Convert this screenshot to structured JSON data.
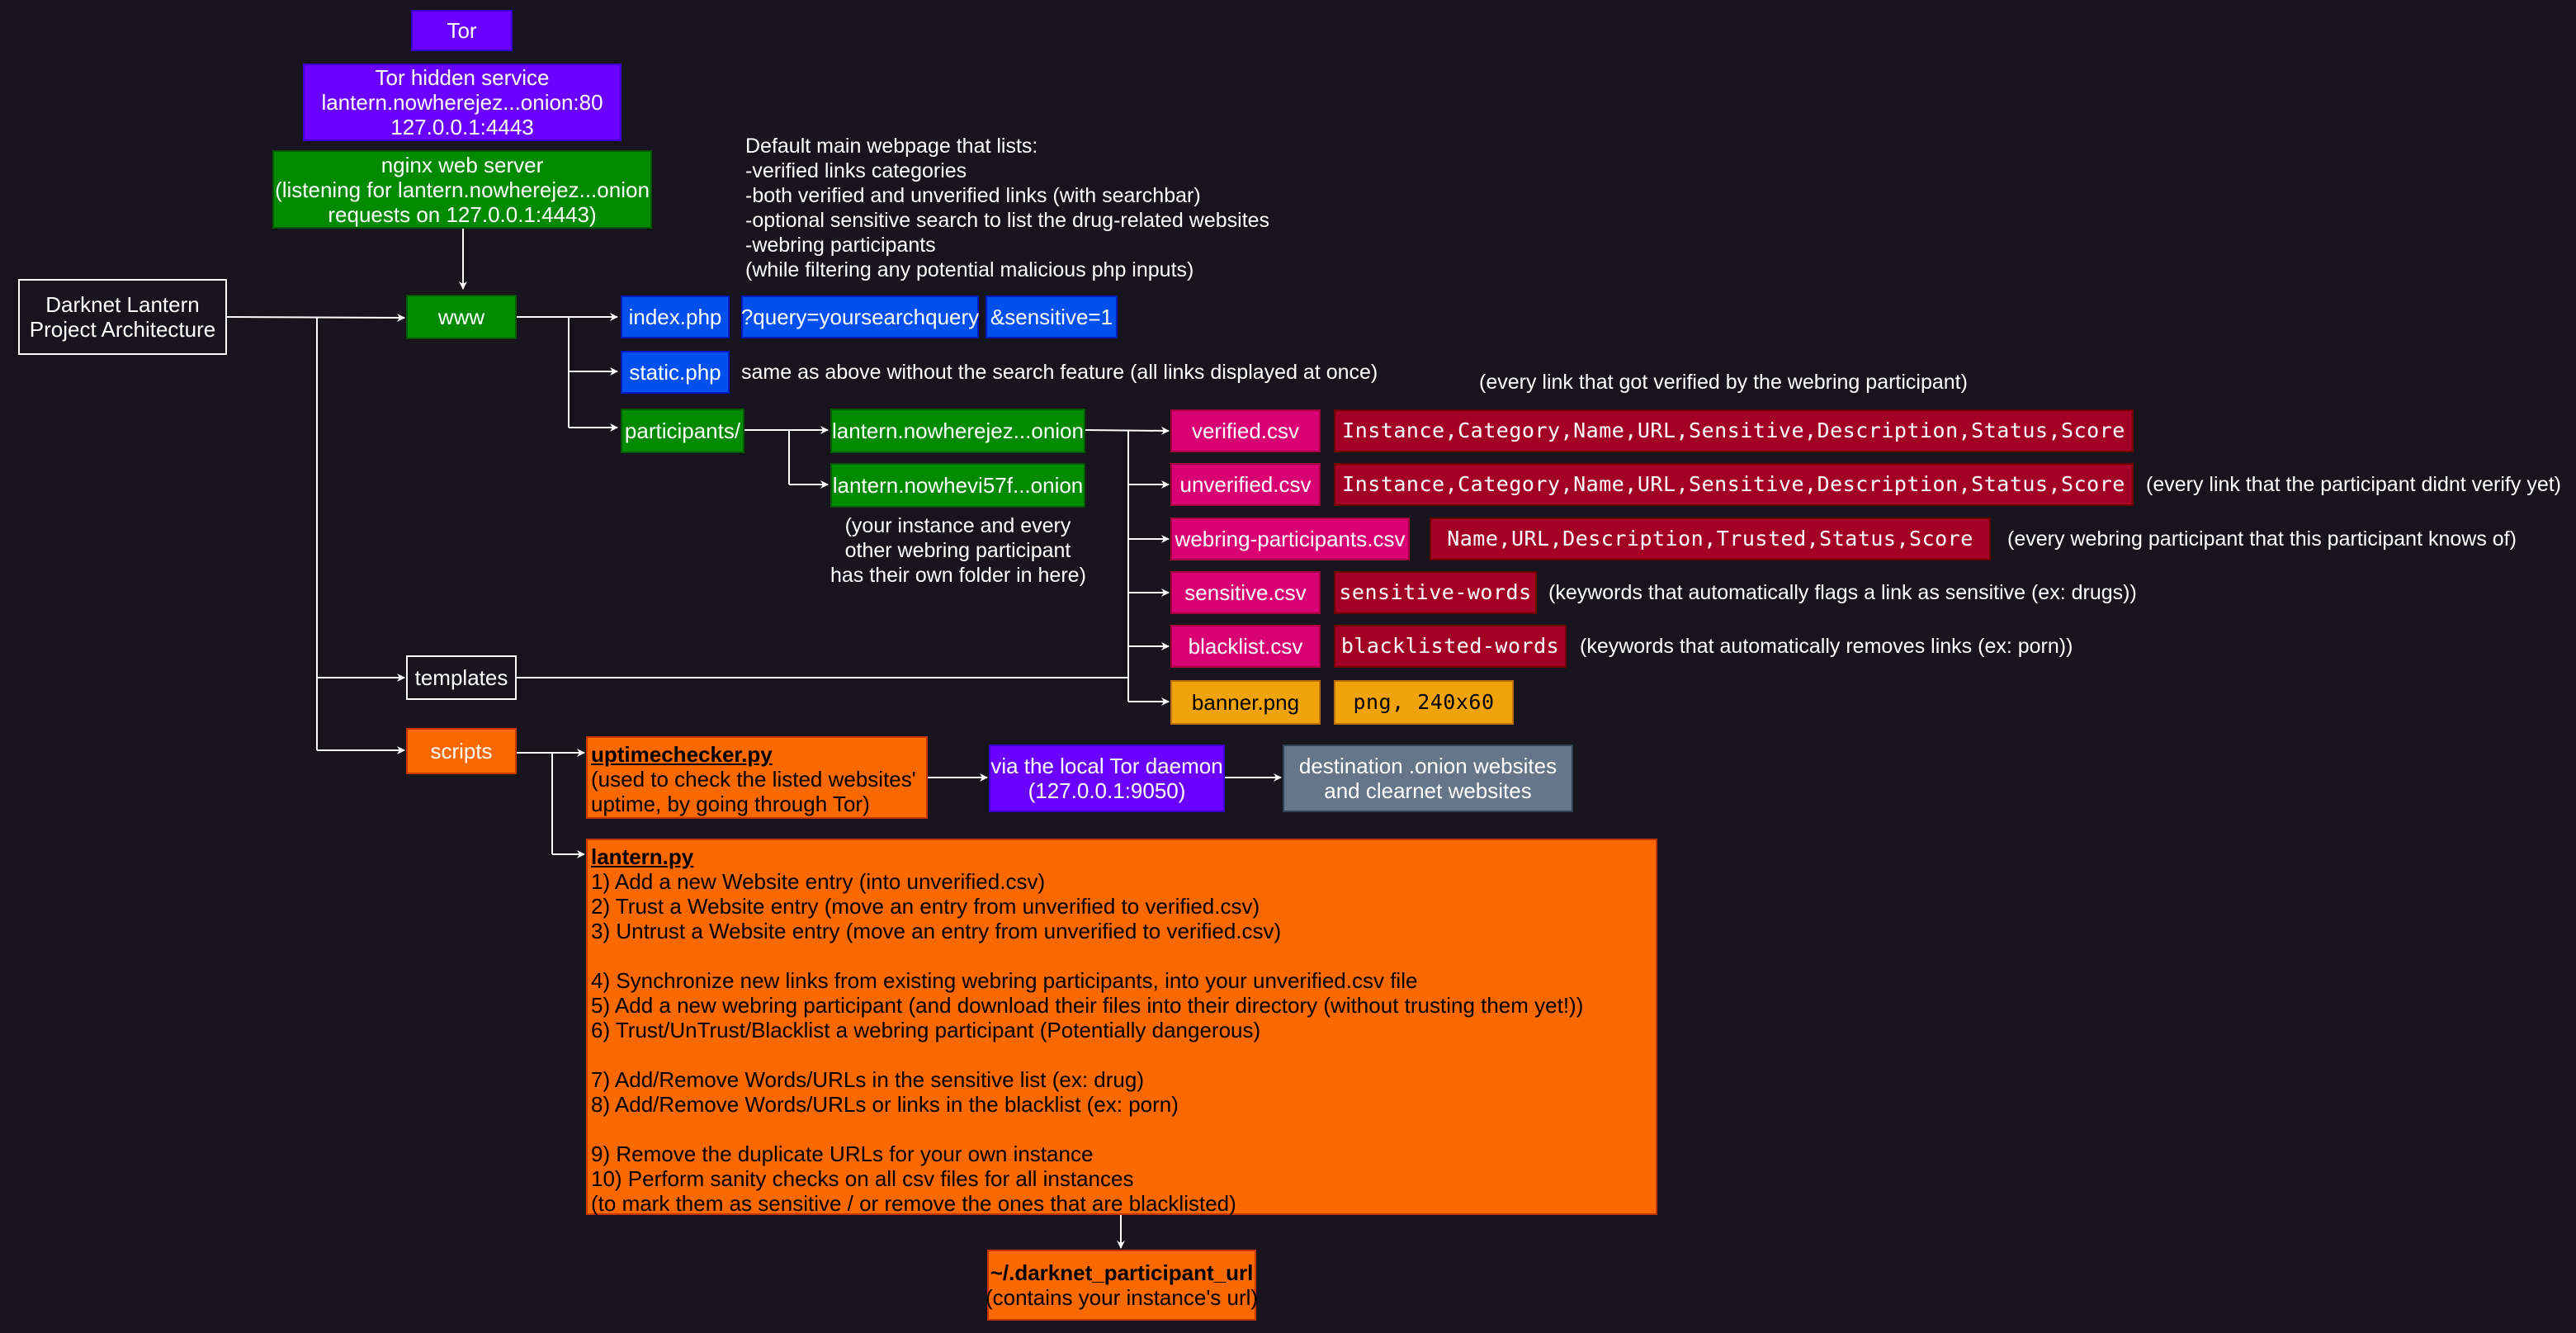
{
  "diagram": {
    "title_lines": [
      "Darknet Lantern",
      "Project Architecture"
    ],
    "tor": "Tor",
    "hidden_service_lines": [
      "Tor hidden service",
      "lantern.nowherejez...onion:80",
      "127.0.0.1:4443"
    ],
    "nginx_lines": [
      "nginx web server",
      "(listening for lantern.nowherejez...onion",
      "requests on 127.0.0.1:4443)"
    ],
    "www": "www",
    "index_php": "index.php",
    "query_param": "?query=yoursearchquery",
    "sensitive_param": "&sensitive=1",
    "static_php": "static.php",
    "static_note": "same as above without the search feature (all links displayed at once)",
    "main_page_note_lines": [
      "Default main webpage that lists:",
      "-verified links categories",
      "-both verified and unverified links (with searchbar)",
      "-optional sensitive search  to list the drug-related websites",
      "-webring participants",
      "(while filtering any potential malicious php inputs)"
    ],
    "participants": "participants/",
    "participant_1": "lantern.nowherejez...onion",
    "participant_2": "lantern.nowhevi57f...onion",
    "participants_note_lines": [
      "(your instance and every",
      "other webring participant",
      "has their own folder in here)"
    ],
    "verified_top_note": "(every link that got verified by the webring participant)",
    "files": [
      {
        "name": "verified.csv",
        "content": "Instance,Category,Name,URL,Sensitive,Description,Status,Score",
        "note": ""
      },
      {
        "name": "unverified.csv",
        "content": "Instance,Category,Name,URL,Sensitive,Description,Status,Score",
        "note": "(every link that the participant didnt verify yet)"
      },
      {
        "name": "webring-participants.csv",
        "content": "Name,URL,Description,Trusted,Status,Score",
        "note": "(every webring participant that this participant knows of)"
      },
      {
        "name": "sensitive.csv",
        "content": "sensitive-words",
        "note": "(keywords that automatically flags a link as sensitive (ex: drugs))"
      },
      {
        "name": "blacklist.csv",
        "content": "blacklisted-words",
        "note": "(keywords that automatically removes links (ex: porn))"
      },
      {
        "name": "banner.png",
        "content": "png, 240x60",
        "note": ""
      }
    ],
    "templates": "templates",
    "scripts": "scripts",
    "uptime_title": "uptimechecker.py",
    "uptime_lines": [
      "(used to check the listed websites'",
      "uptime, by going through Tor)"
    ],
    "tor_daemon_lines": [
      "via the local Tor daemon",
      "(127.0.0.1:9050)"
    ],
    "destination_lines": [
      "destination .onion websites",
      "and clearnet websites"
    ],
    "lantern_title": "lantern.py",
    "lantern_lines": [
      " 1) Add a new Website entry (into unverified.csv)",
      " 2) Trust a Website entry (move an entry from unverified to verified.csv)",
      " 3) Untrust a Website entry (move an entry from unverified to verified.csv)",
      "",
      " 4) Synchronize new links from existing webring participants, into your unverified.csv file",
      " 5) Add a new webring participant (and download their files into their directory (without trusting them yet!))",
      " 6) Trust/UnTrust/Blacklist a webring participant (Potentially dangerous)",
      "",
      " 7) Add/Remove Words/URLs in the sensitive list (ex: drug)",
      " 8) Add/Remove Words/URLs or links in the blacklist (ex: porn)",
      "",
      " 9) Remove the duplicate URLs for your own instance",
      " 10) Perform sanity checks on all csv files for all instances",
      "(to mark them as sensitive / or remove the ones that are blacklisted)"
    ],
    "participant_url_title": "~/.darknet_participant_url",
    "participant_url_sub": "(contains your instance's url)",
    "colors": {
      "background": "#18141d",
      "purple": "#6a00ff",
      "green": "#008a00",
      "blue": "#0050ef",
      "pink": "#d80073",
      "red": "#a20025",
      "amber": "#f0a30a",
      "orange": "#fa6800",
      "slate": "#647687"
    }
  }
}
